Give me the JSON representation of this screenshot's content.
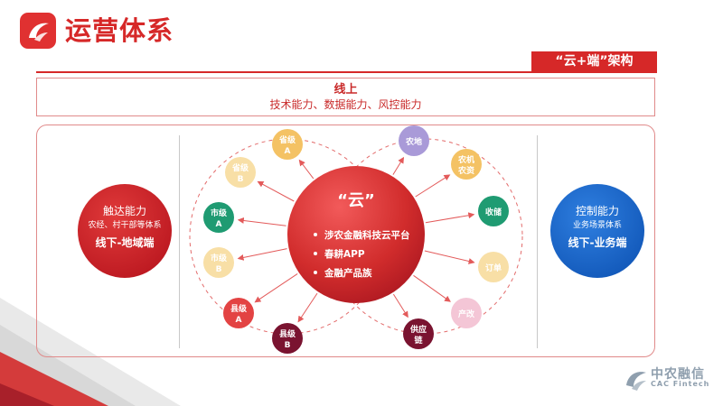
{
  "header": {
    "title": "运营体系"
  },
  "badge": {
    "label": "“云+端”架构"
  },
  "online": {
    "title": "线上",
    "subtitle": "技术能力、数据能力、风控能力"
  },
  "left_panel": {
    "title": "触达能力",
    "subtitle": "农经、村干部等体系",
    "footer": "线下-地域端"
  },
  "right_panel": {
    "title": "控制能力",
    "subtitle": "业务场景体系",
    "footer": "线下-业务端"
  },
  "center": {
    "title": "“云”",
    "items": [
      "涉农金融科技云平台",
      "春耕APP",
      "金融产品族"
    ]
  },
  "nodes_left": [
    {
      "line1": "省级",
      "line2": "A",
      "style": "solid",
      "color": "#f4c264"
    },
    {
      "line1": "省级",
      "line2": "B",
      "style": "faded",
      "color": "#f8dfa6"
    },
    {
      "line1": "市级",
      "line2": "A",
      "style": "solid",
      "color": "#1f9b72"
    },
    {
      "line1": "市级",
      "line2": "B",
      "style": "faded",
      "color": "#f8dfa6"
    },
    {
      "line1": "县级",
      "line2": "A",
      "style": "solid",
      "color": "#e34343"
    },
    {
      "line1": "县级",
      "line2": "B",
      "style": "solid",
      "color": "#7a1330"
    }
  ],
  "nodes_right": [
    {
      "line1": "农地",
      "line2": "",
      "style": "solid",
      "color": "#a99ad8"
    },
    {
      "line1": "农机",
      "line2": "农资",
      "style": "solid",
      "color": "#f4c264"
    },
    {
      "line1": "收储",
      "line2": "",
      "style": "solid",
      "color": "#1f9b72"
    },
    {
      "line1": "订单",
      "line2": "",
      "style": "faded",
      "color": "#f8dfa6"
    },
    {
      "line1": "产改",
      "line2": "",
      "style": "faded",
      "color": "#f4c6d6"
    },
    {
      "line1": "供应",
      "line2": "链",
      "style": "solid",
      "color": "#7a1330"
    }
  ],
  "brand": {
    "name": "中农融信",
    "english": "CAC Fintech"
  },
  "colors": {
    "accent": "#d62828",
    "blue": "#0b5fc8",
    "icons": [
      "logo-icon",
      "bullet-dot-icon",
      "arrow-icon"
    ]
  }
}
